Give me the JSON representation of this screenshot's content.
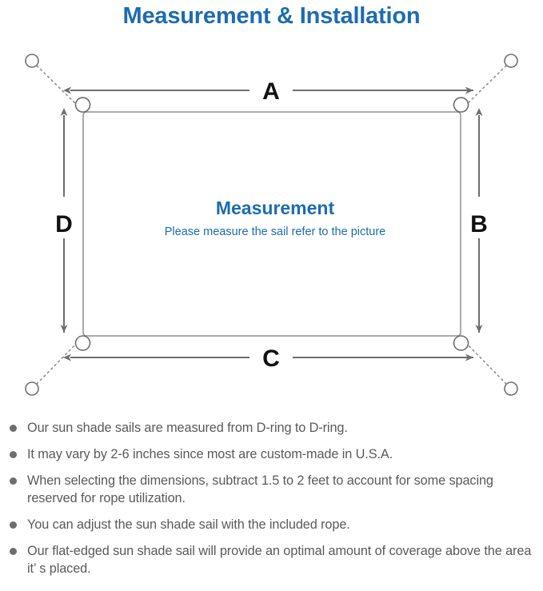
{
  "header": {
    "title": "Measurement & Installation",
    "title_color": "#1c6cb0"
  },
  "diagram": {
    "name": "sun-shade-sail-measurement-diagram",
    "center": {
      "heading": "Measurement",
      "subheading": "Please measure the sail refer to the picture",
      "heading_color": "#1c6cb0"
    },
    "dimension_labels": {
      "top": "A",
      "right": "B",
      "bottom": "C",
      "left": "D"
    },
    "line_color": "#6e6e6e",
    "sail_edge_color": "#808080",
    "anchor_count": 4,
    "d_ring_count": 4
  },
  "notes": {
    "bullet_color": "#6e6e6e",
    "items": [
      "Our sun shade sails are measured from D-ring to D-ring.",
      "It may vary by 2-6 inches since most are custom-made in U.S.A.",
      "When selecting the dimensions, subtract 1.5 to 2 feet to account for some spacing reserved for rope utilization.",
      "You can adjust the sun shade sail with the included rope.",
      "Our flat-edged sun shade sail will provide an optimal amount of coverage above the area it’ s placed."
    ]
  }
}
